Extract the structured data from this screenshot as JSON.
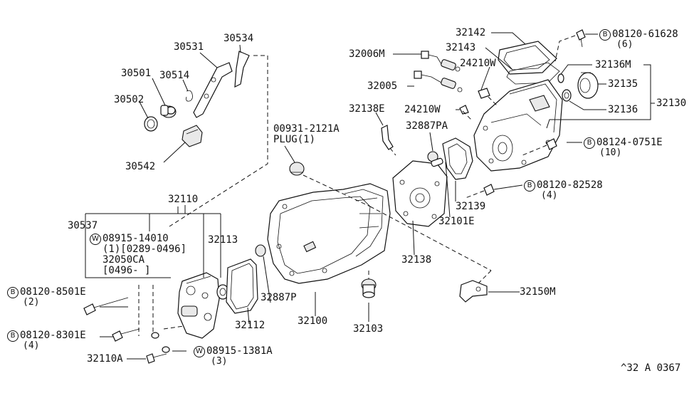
{
  "title": "Transmission case and fittings exploded parts diagram",
  "footer_code": "^32 A 0367",
  "labels": {
    "p30534": "30534",
    "p30531": "30531",
    "p30501": "30501",
    "p30514": "30514",
    "p30502": "30502",
    "p30542": "30542",
    "p00931": "00931-2121A",
    "plug": "PLUG(1)",
    "p32110": "32110",
    "p30537": "30537",
    "p08915_14010": "08915-14010",
    "p08915_14010_note": "(1)[0289-0496]",
    "p32050CA": "32050CA",
    "p32050CA_note": "[0496-    ]",
    "p32113": "32113",
    "p08120_8501E": "08120-8501E",
    "p08120_8501E_qty": "(2)",
    "p08120_8301E": "08120-8301E",
    "p08120_8301E_qty": "(4)",
    "p32110A": "32110A",
    "p08915_1381A": "08915-1381A",
    "p08915_1381A_qty": "(3)",
    "p32112": "32112",
    "p32887P": "32887P",
    "p32100": "32100",
    "p32103": "32103",
    "p32006M": "32006M",
    "p32005": "32005",
    "p32138E": "32138E",
    "p24210W_a": "24210W",
    "p24210W_b": "24210W",
    "p32887PA": "32887PA",
    "p32142": "32142",
    "p32143": "32143",
    "p08120_61628": "08120-61628",
    "p08120_61628_qty": "(6)",
    "p32136M": "32136M",
    "p32135": "32135",
    "p32130": "32130",
    "p32136": "32136",
    "p08124_0751E": "08124-0751E",
    "p08124_0751E_qty": "(10)",
    "p08120_82528": "08120-82528",
    "p08120_82528_qty": "(4)",
    "p32139": "32139",
    "p32101E": "32101E",
    "p32138": "32138",
    "p32150M": "32150M"
  },
  "badges": {
    "bolt": "B",
    "washer": "W"
  }
}
